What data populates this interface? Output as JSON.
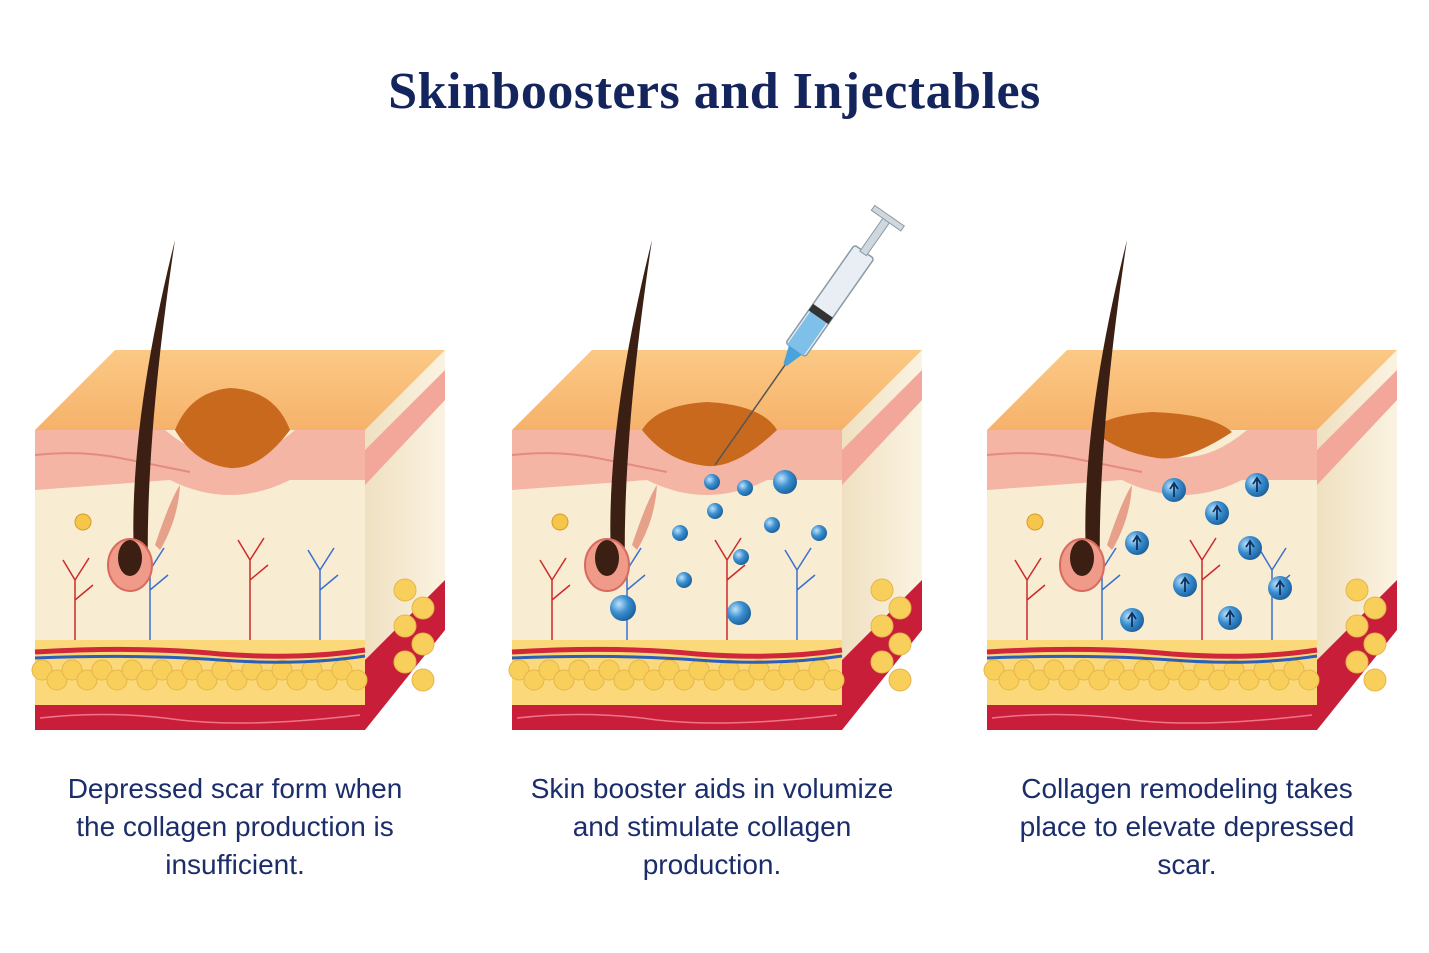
{
  "title": "Skinboosters and Injectables",
  "colors": {
    "title": "#14245c",
    "caption": "#1b2d6a",
    "epidermis_top": "#f6b26b",
    "scar": "#c8691e",
    "dermis": "#f8ecd2",
    "fat": "#fbd97a",
    "muscle": "#c81e3a",
    "booster": "#3a8fd0"
  },
  "icons": [
    "hair-follicle-icon",
    "syringe-icon",
    "booster-bubble-icon",
    "up-arrow-icon"
  ],
  "panels": [
    {
      "name": "depressed-scar",
      "caption": [
        "Depressed scar form when",
        "the collagen production is",
        "insufficient."
      ]
    },
    {
      "name": "skin-booster-injection",
      "caption": [
        "Skin booster aids in volumize",
        "and stimulate collagen",
        "production."
      ]
    },
    {
      "name": "collagen-remodeling",
      "caption": [
        "Collagen remodeling takes",
        "place to elevate depressed",
        "scar."
      ]
    }
  ]
}
